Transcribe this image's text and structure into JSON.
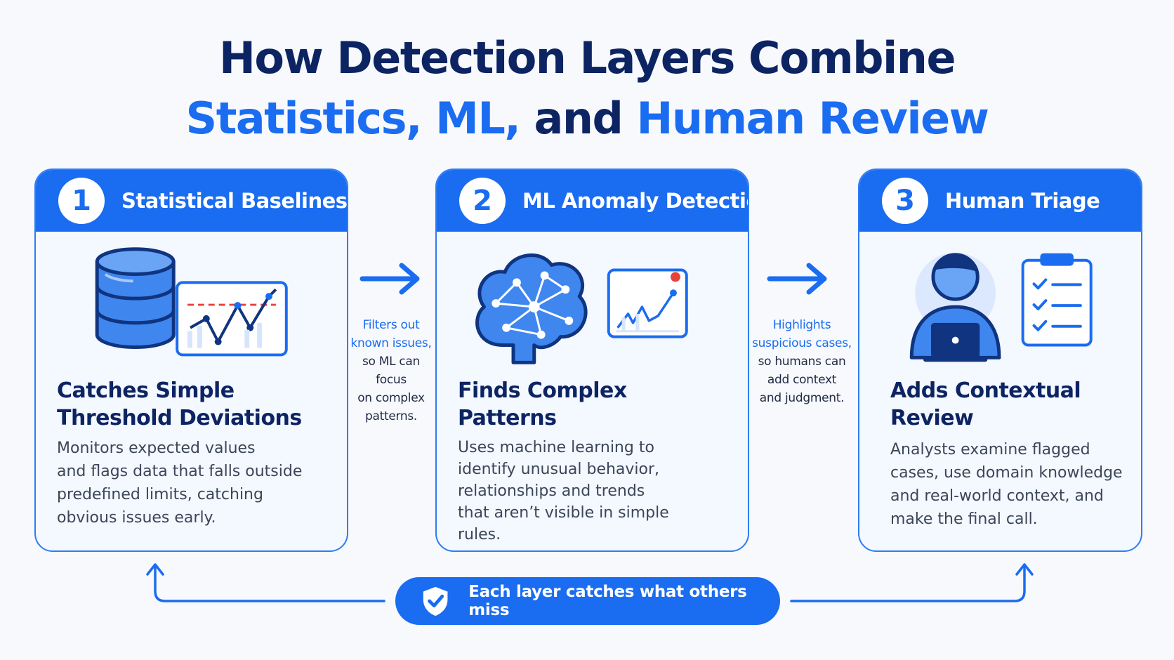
{
  "title": {
    "line1": "How Detection Layers Combine",
    "line2_part1": "Statistics, ML,",
    "line2_part2": "and",
    "line2_part3": "Human Review"
  },
  "cards": [
    {
      "number": "1",
      "title": "Statistical Baselines",
      "subtitle_line1": "Catches Simple",
      "subtitle_line2": "Threshold Deviations",
      "description": [
        "Monitors expected values",
        "and flags data that falls outside",
        "predefined limits, catching",
        "obvious issues early."
      ],
      "icons": [
        "database-icon",
        "threshold-chart-icon"
      ]
    },
    {
      "number": "2",
      "title": "ML Anomaly Detection",
      "subtitle_line1": "Finds Complex",
      "subtitle_line2": "Patterns",
      "description": [
        "Uses machine learning to",
        "identify unusual behavior,",
        "relationships and trends",
        "that aren’t visible in simple",
        "rules."
      ],
      "icons": [
        "brain-network-icon",
        "anomaly-chart-icon"
      ]
    },
    {
      "number": "3",
      "title": "Human Triage",
      "subtitle_line1": "Adds Contextual",
      "subtitle_line2": "Review",
      "description": [
        "Analysts examine flagged",
        "cases, use domain knowledge",
        "and real-world context, and",
        "make the final call."
      ],
      "icons": [
        "analyst-laptop-icon",
        "checklist-clipboard-icon"
      ]
    }
  ],
  "connectors": [
    {
      "highlight_lines": [
        "Filters out",
        "known issues,"
      ],
      "plain_lines": [
        "so ML can focus",
        "on complex",
        "patterns."
      ]
    },
    {
      "highlight_lines": [
        "Highlights",
        "suspicious cases,"
      ],
      "plain_lines": [
        "so humans can",
        "add context",
        "and judgment."
      ]
    }
  ],
  "banner": {
    "text": "Each layer catches what others miss",
    "icon": "shield-check-icon"
  },
  "colors": {
    "primary_blue": "#1a6cf0",
    "navy": "#0d2463",
    "card_border": "#2e7df2",
    "alert_red": "#e8413c"
  }
}
